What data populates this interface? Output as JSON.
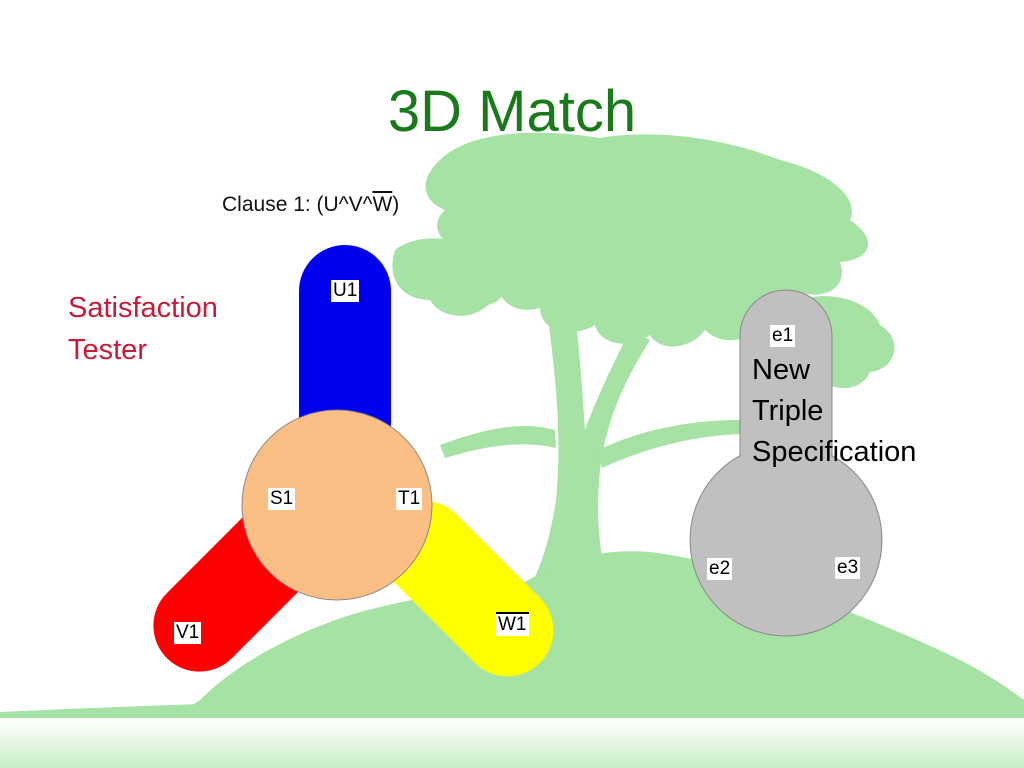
{
  "slide": {
    "title": "3D Match",
    "clause": {
      "prefix": "Clause 1: (U^V^",
      "negated": "W",
      "suffix": ")"
    },
    "satisfaction_tester": {
      "line1": "Satisfaction",
      "line2": "Tester"
    },
    "new_triple": {
      "line1": "New",
      "line2": "Triple",
      "line3": "Specification"
    },
    "tags": {
      "u1": "U1",
      "v1": "V1",
      "w1": "W1",
      "s1": "S1",
      "t1": "T1",
      "e1": "e1",
      "e2": "e2",
      "e3": "e3"
    }
  },
  "colors": {
    "title": "#1a7a1a",
    "tree": "#a6e2a3",
    "arm_u": "#0000ee",
    "arm_v": "#ff0000",
    "arm_w": "#ffff00",
    "hub": "#fbbf86",
    "gadget": "#c0c0c0",
    "label_red": "#c81a3a"
  }
}
